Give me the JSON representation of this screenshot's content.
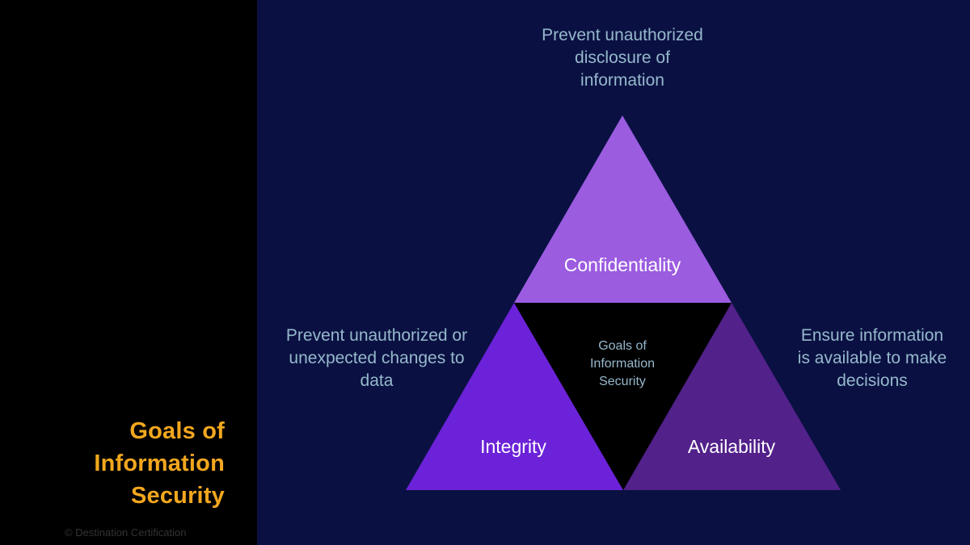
{
  "sidebar": {
    "title_lines": [
      "Goals of",
      "Information",
      "Security"
    ],
    "copyright": "© Destination Certification"
  },
  "diagram": {
    "type": "pyramid-triforce",
    "triangles": [
      {
        "label": "Confidentiality",
        "position": "top"
      },
      {
        "label": "Integrity",
        "position": "bottom-left"
      },
      {
        "label": "Availability",
        "position": "bottom-right"
      }
    ],
    "center": {
      "lines": [
        "Goals of",
        "Information",
        "Security"
      ]
    },
    "annotations": {
      "top": {
        "lines": [
          "Prevent unauthorized",
          "disclosure of",
          "information"
        ]
      },
      "left": {
        "lines": [
          "Prevent unauthorized or",
          "unexpected changes to",
          "data"
        ]
      },
      "right": {
        "lines": [
          "Ensure information",
          "is available to make",
          "decisions"
        ]
      }
    }
  },
  "colors": {
    "background": "#0A1142",
    "sidebar_bg": "#000000",
    "confidentiality": "#9B5CE0",
    "integrity": "#6C22D8",
    "availability": "#52218A",
    "center_triangle": "#000000",
    "annotation_text": "#96B8CC",
    "triangle_label_text": "#FFFFFF",
    "title_text": "#F2A71E",
    "copyright_text": "#333333"
  }
}
